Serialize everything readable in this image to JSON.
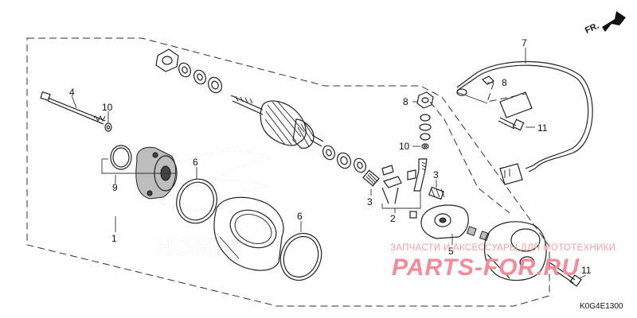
{
  "diagram": {
    "code": "K0G4E1300",
    "direction_label": "FR.",
    "watermark": {
      "caption": "ЗАПЧАСТИ И АКСЕССУАРЫ ДЛЯ МОТОТЕХНИКИ",
      "logo": "PARTS-FOR.RU"
    },
    "callouts": {
      "c1": "1",
      "c2": "2",
      "c3a": "3",
      "c3b": "3",
      "c4": "4",
      "c5": "5",
      "c6a": "6",
      "c6b": "6",
      "c7": "7",
      "c8a": "8",
      "c8b": "8",
      "c9": "9",
      "c10a": "10",
      "c10b": "10",
      "c11a": "11",
      "c11b": "11"
    },
    "icons": {
      "direction": "arrow-up-right-icon",
      "brand_mark": "wing-logo-icon"
    }
  }
}
